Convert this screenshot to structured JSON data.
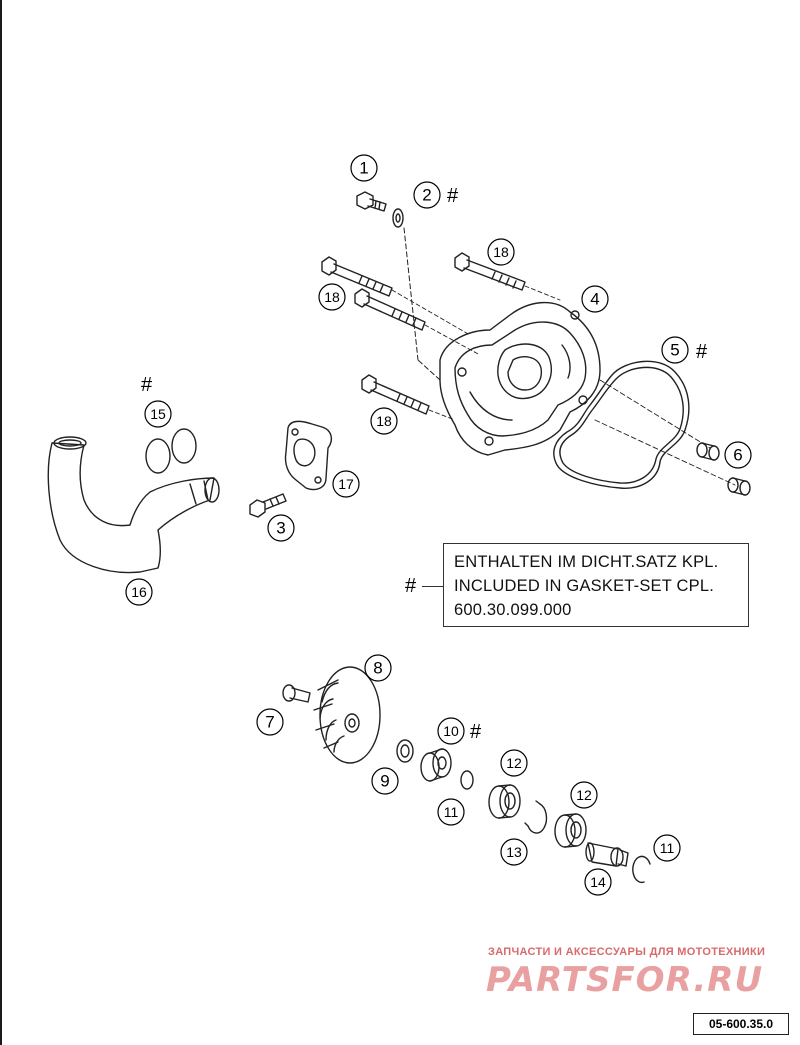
{
  "callouts": {
    "c1": "1",
    "c2": "2",
    "c3": "3",
    "c4": "4",
    "c5": "5",
    "c6": "6",
    "c7": "7",
    "c8": "8",
    "c9": "9",
    "c10": "10",
    "c11": "11",
    "c12": "12",
    "c13": "13",
    "c14": "14",
    "c15": "15",
    "c16": "16",
    "c17": "17",
    "c18": "18"
  },
  "gasket_marker": "#",
  "note": {
    "line1": "ENTHALTEN IM DICHT.SATZ KPL.",
    "line2": "INCLUDED IN GASKET-SET CPL.",
    "line3": "600.30.099.000"
  },
  "watermark": {
    "tagline": "ЗАПЧАСТИ И АКСЕССУАРЫ ДЛЯ МОТОТЕХНИКИ",
    "logo": "PARTSFOR.RU"
  },
  "reference_code": "05-600.35.0"
}
